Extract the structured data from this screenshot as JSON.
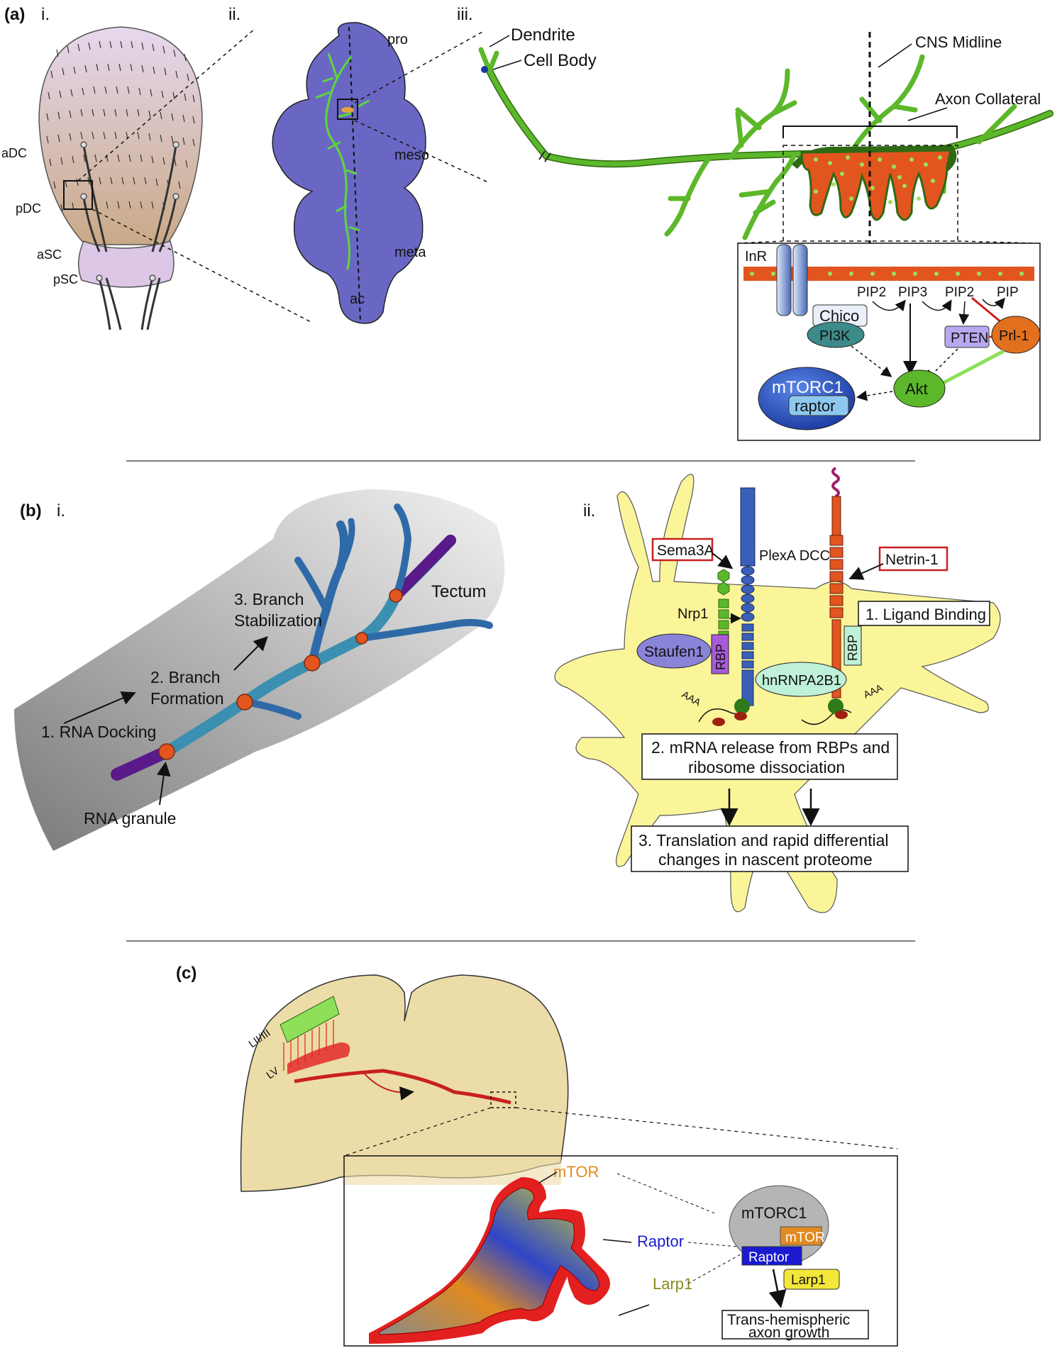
{
  "panel_a": {
    "label": "(a)",
    "sub_i": "i.",
    "sub_ii": "ii.",
    "sub_iii": "iii.",
    "bristles": [
      "aDC",
      "pDC",
      "aSC",
      "pSC"
    ],
    "segments": [
      "pro",
      "meso",
      "meta",
      "ac"
    ],
    "neuron": {
      "dendrite": "Dendrite",
      "cell_body": "Cell Body",
      "cns_midline": "CNS Midline",
      "axon_collateral": "Axon Collateral"
    },
    "pathway": {
      "inr": "InR",
      "pip2_a": "PIP2",
      "pip3": "PIP3",
      "pip2_b": "PIP2",
      "pip": "PIP",
      "chico": "Chico",
      "pi3k": "PI3K",
      "pten": "PTEN",
      "prl1": "Prl-1",
      "mtorc1": "mTORC1",
      "raptor": "raptor",
      "akt": "Akt"
    }
  },
  "panel_b": {
    "label": "(b)",
    "sub_i": "i.",
    "sub_ii": "ii.",
    "tectum": "Tectum",
    "steps_i": [
      "1. RNA Docking",
      "2. Branch",
      "Formation",
      "3. Branch",
      "Stabilization"
    ],
    "rna_granule": "RNA granule",
    "sema3a": "Sema3A",
    "netrin1": "Netrin-1",
    "plexa_dcc": "PlexA DCC",
    "nrp1": "Nrp1",
    "staufen1": "Staufen1",
    "rbp": "RBP",
    "hnrnpa2b1": "hnRNPA2B1",
    "aaa": "AAA",
    "ligand_binding": "1. Ligand Binding",
    "mrna_release": [
      "2. mRNA release from RBPs and",
      "ribosome dissociation"
    ],
    "translation": [
      "3. Translation and rapid differential",
      "changes in nascent proteome"
    ]
  },
  "panel_c": {
    "label": "(c)",
    "layers": [
      "LII/III",
      "LV"
    ],
    "mtor": "mTOR",
    "raptor": "Raptor",
    "larp1": "Larp1",
    "mtorc1": "mTORC1",
    "complex": {
      "mtor": "mTOR",
      "raptor": "Raptor",
      "larp1": "Larp1"
    },
    "outcome": [
      "Trans-hemispheric",
      "axon growth"
    ]
  },
  "colors": {
    "neuron_green": "#5cb82a",
    "embryo_purple": "#6a67c4",
    "membrane_orange": "#e2551f",
    "cell_yellow": "#fbf59a",
    "brain_tan": "#ecdca8"
  }
}
